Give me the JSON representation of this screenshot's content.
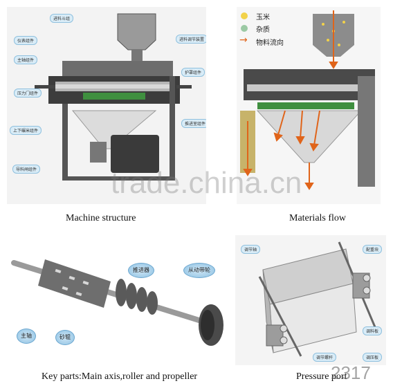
{
  "panels": {
    "structure": {
      "caption": "Machine structure",
      "callouts": {
        "hopper": "进料斗组",
        "meter": "仪表组件",
        "spindle": "主轴组件",
        "pressure_door": "压力门组件",
        "up_down_chamber": "上下碾米组件",
        "discharge": "导料闸组件",
        "feed_adjust": "进料调节装置",
        "guard": "护罩组件",
        "screen": "推进室组件"
      }
    },
    "flow": {
      "caption": "Materials flow",
      "legend": {
        "corn": "玉米",
        "impurity": "杂质",
        "flow": "物料流向"
      }
    },
    "parts": {
      "caption": "Key parts:Main axis,roller and propeller",
      "callouts": {
        "main_shaft": "主轴",
        "roller": "砂辊",
        "propeller": "推进器",
        "pulley": "从动带轮"
      }
    },
    "pressure": {
      "caption": "Pressure port",
      "callouts": {
        "adjust_shaft": "调节轴",
        "counterweight": "配重块",
        "guide_plate": "调料板",
        "adjust_screw": "调节螺杆",
        "press_plate": "调压板"
      }
    }
  },
  "watermark": {
    "text": "trade.china.cn",
    "number": "2317"
  },
  "colors": {
    "machine_gray": "#8a8a8a",
    "callout_blue": "#d9ecf7",
    "flow_arrow": "#e0641a",
    "screen_green": "#3f8f3f"
  }
}
